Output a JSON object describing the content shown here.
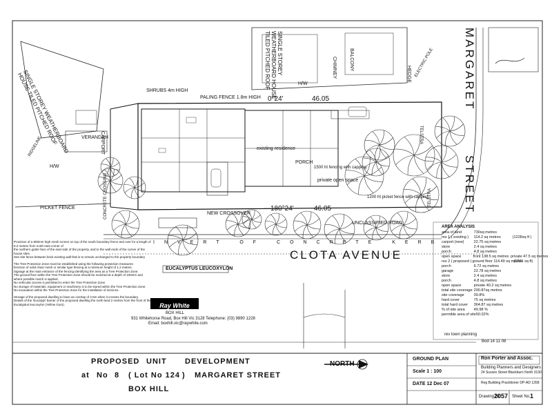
{
  "streets": {
    "clota": "CLOTA AVENUE",
    "margaret_1": "MARGARET",
    "margaret_2": "STREET"
  },
  "neighbours": {
    "left_house": "SINGLE STOREY WEATHERBOARD HOUSE TILED PITCHED ROOF",
    "top_house": "SINGLE STOREY WEATHERBOARD HOUSE TILED PITCHED ROOF",
    "verandah": "VERANDAH",
    "carport": "CARPORT",
    "shrubs": "SHRUBS 4m HIGH",
    "paling_fence": "PALING FENCE 1.8m HIGH",
    "picket_fence": "PICKET FENCE",
    "balcony": "BALCONY",
    "hedge": "HEDGE",
    "chimney": "CHIMNEY",
    "hw": "H/W",
    "ridgeline": "RIDGELINE"
  },
  "site": {
    "bearing_top": "0°24'",
    "dim_top": "46.05",
    "bearing_bottom": "180°24'",
    "dim_bottom": "46.05",
    "existing_residence": "existing residence",
    "porch": "PORCH",
    "private_open_space": "private open space",
    "new_crossover": "NEW CROSSOVER",
    "unclassified_road": "UNCLASSIFIED ROAD",
    "invert_label": "INVERT OF CONCRETE KERB",
    "concrete_crossing": "CONCRETE CROSSING",
    "eucalyptus": "EUCALYPTUS LEUCOXYLON",
    "telstra": "TELSTRA",
    "rev_town_planning": "rev town planning",
    "revision_date": "Bod 14 11 08",
    "fence_note_1": "1500 ht fencing with capping",
    "fence_note_2": "1200 ht picket fence with capping",
    "electric_pole": "ELECTRIC POLE"
  },
  "area_analysis": {
    "heading": "AREA ANALYSIS",
    "rows": [
      [
        "area of land",
        "730sq metres",
        ""
      ],
      [
        "res 1 ( existing )",
        "114.2 sq metres",
        "(1228sq ft )"
      ],
      [
        "carport (new)",
        "22.75 sq metres",
        ""
      ],
      [
        "store",
        "2.4 sq metres",
        ""
      ],
      [
        "porch",
        "4.8 sq metres",
        ""
      ],
      [
        "open space",
        "front  138.5 sq metres",
        "private 47.5 sq metres"
      ],
      [
        "res 2 ( proposed )",
        "ground floor 114.49 sq metres",
        "(1231 sq ft)"
      ],
      [
        "porch",
        "6.72 sq metres",
        ""
      ],
      [
        "garage",
        "22.78 sq metres",
        ""
      ],
      [
        "store",
        "2.4 sq metres",
        ""
      ],
      [
        "porch",
        "4.8 sq metres",
        ""
      ],
      [
        "open space",
        "private  40.2 sq metres",
        ""
      ],
      [
        "total site coverage",
        "290.87sq metres",
        ""
      ],
      [
        "site coverage",
        "39.8%",
        ""
      ],
      [
        "hard cover",
        "75 sq metres",
        ""
      ],
      [
        "total hard cover",
        "364.87 sq metres",
        ""
      ],
      [
        "% of site area",
        "49.98 %",
        ""
      ],
      [
        "permible area of site",
        "50.02%",
        ""
      ]
    ]
  },
  "notes": [
    "Provision of a 900mm high mesh screen on top of the south boundary fence and over for a length of 9.2 metres from north east corner of",
    "the northern gutter face of the east side of the property, and to the wall ends of the corner of the house sites.",
    "See site fence between brick existing wall that is to remain unchanged to the property boundary",
    "The Tree Protection Zone must be established using the following protection measures:",
    "Erection of solid chain mesh or similar type fencing at a minimum height of 1.2 metres.",
    "Signage at the main entrance of the fencing identifying the area as a Tree Protection Zone.",
    "The ground floor within the Tree Protection Zone should be mulched at a depth of 100mm and where possible mulch is applied.",
    "No vehicular access is permitted to enter the Tree Protection Zone.",
    "No storage of materials, equipment or machinery is to be stored within the Tree Protection Zone.",
    "No excavation within the Tree Protection Zone for the installation of services.",
    "Storage of the proposed dwelling to have an overlap of 2.5m when it crosses the boundary.",
    "Details of the 'Eucalypt' barrier of the proposed dwelling the north land 2 metres from the front of the Eucalyptus leucoxylon (Yellow Gum)."
  ],
  "agency": {
    "logo": "Ray White",
    "office": "BOX HILL",
    "address": "931 Whitehorse Road, Box Hill Vic 3128 Telephone: (03) 9890 1228",
    "email": "Email: boxhill.vic@raywhite.com"
  },
  "title_block": {
    "line1_a": "PROPOSED",
    "line1_b": "UNIT",
    "line1_c": "DEVELOPMENT",
    "line2_a": "at",
    "line2_b": "No",
    "line2_c": "8",
    "line2_d": "( Lot No 124",
    "line2_e": ")",
    "line2_f": "MARGARET STREET",
    "line3": "BOX HILL",
    "north": "NORTH",
    "sheet_title": "GROUND PLAN",
    "scale": "Scale 1 : 100",
    "date": "DATE 12 Dec 07",
    "firm": "Ron Porter and Assoc.",
    "firm_sub": "Building Planners and Designers",
    "firm_addr": "24 Sussex Street Blackburn North 3130",
    "firm_reg": "Reg Building Practitioner DP-AD 1268",
    "drawing_label": "Drawing No.",
    "drawing_no": "2057",
    "sheet_label": "Sheet No.",
    "sheet_no": "1"
  }
}
